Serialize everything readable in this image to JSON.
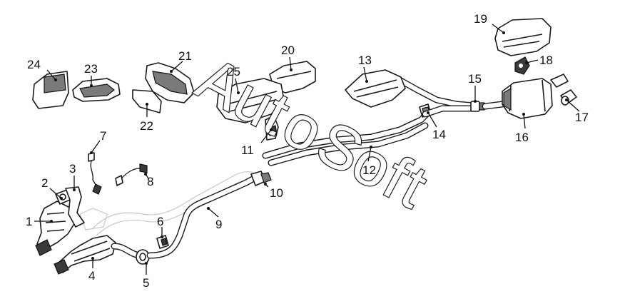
{
  "diagram": {
    "callouts": [
      {
        "id": "1",
        "label": "1"
      },
      {
        "id": "2",
        "label": "2"
      },
      {
        "id": "3",
        "label": "3"
      },
      {
        "id": "4",
        "label": "4"
      },
      {
        "id": "5",
        "label": "5"
      },
      {
        "id": "6",
        "label": "6"
      },
      {
        "id": "7",
        "label": "7"
      },
      {
        "id": "8",
        "label": "8"
      },
      {
        "id": "9",
        "label": "9"
      },
      {
        "id": "10",
        "label": "10"
      },
      {
        "id": "11",
        "label": "11"
      },
      {
        "id": "12",
        "label": "12"
      },
      {
        "id": "13",
        "label": "13"
      },
      {
        "id": "14",
        "label": "14"
      },
      {
        "id": "15",
        "label": "15"
      },
      {
        "id": "16",
        "label": "16"
      },
      {
        "id": "17",
        "label": "17"
      },
      {
        "id": "18",
        "label": "18"
      },
      {
        "id": "19",
        "label": "19"
      },
      {
        "id": "20",
        "label": "20"
      },
      {
        "id": "21",
        "label": "21"
      },
      {
        "id": "22",
        "label": "22"
      },
      {
        "id": "23",
        "label": "23"
      },
      {
        "id": "24",
        "label": "24"
      },
      {
        "id": "25",
        "label": "25"
      }
    ]
  },
  "watermark": {
    "letters": [
      "A",
      "u",
      "t",
      "o",
      "S",
      "o",
      "f",
      "t"
    ]
  },
  "colors": {
    "line": "#1a1a1a",
    "background": "#ffffff",
    "ghost_outline": "#c8c8c8"
  }
}
